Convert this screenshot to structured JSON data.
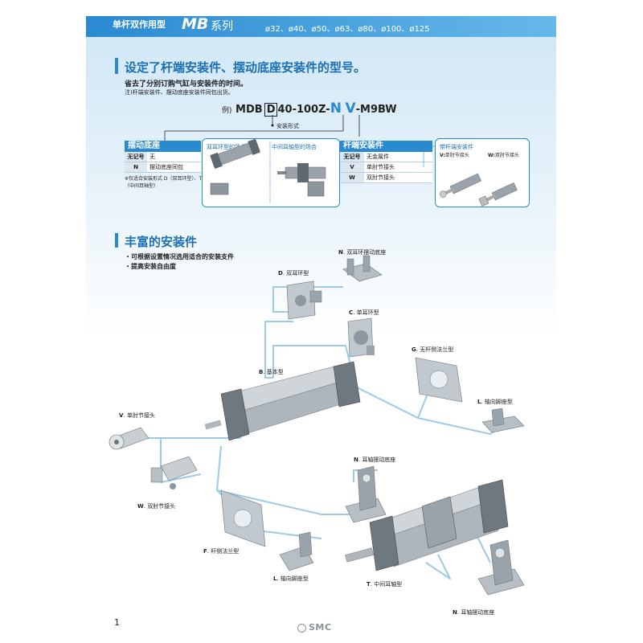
{
  "header": {
    "type_label": "单杆双作用型",
    "series_code": "MB",
    "series_word": "系列",
    "bore_sizes": "ø32、ø40、ø50、ø63、ø80、ø100、ø125"
  },
  "section1": {
    "title": "设定了杆端安装件、摆动底座安装件的型号。",
    "line1": "省去了分别订购气缸与安装件的时间。",
    "line2": "注)杆端安装件、摆动底座安装件同包出货。",
    "example_prefix": "例)",
    "example_mdb": "MDB",
    "example_d": "D",
    "example_mid": "40-100Z-",
    "example_n": "N",
    "example_v": "V",
    "example_suffix": "-M9BW",
    "mount_form": "安装形式"
  },
  "pivot_table": {
    "title": "摆动底座",
    "rows": [
      {
        "k": "无记号",
        "v": "无"
      },
      {
        "k": "N",
        "v": "摆动底座同包"
      }
    ],
    "note": "※仅适合安装形式 D（双耳环型）、T（中间耳轴型）"
  },
  "callout_left": {
    "title1": "双耳环型的场合",
    "title2": "中间耳轴型的场合"
  },
  "rod_table": {
    "title": "杆端安装件",
    "rows": [
      {
        "k": "无记号",
        "v": "无金属件"
      },
      {
        "k": "V",
        "v": "单肘节接头"
      },
      {
        "k": "W",
        "v": "双肘节接头"
      }
    ]
  },
  "callout_right": {
    "title": "带杆端安装件",
    "v_key": "V:",
    "v_label": "单肘节接头",
    "w_key": "W:",
    "w_label": "双肘节接头"
  },
  "section2": {
    "title": "丰富的安装件",
    "bullet1": "・可根据设置情况选用适合的安装支件",
    "bullet2": "・提高安装自由度"
  },
  "parts": [
    {
      "code": "N",
      "name": "双耳环摆动底座"
    },
    {
      "code": "D",
      "name": "双耳环型"
    },
    {
      "code": "C",
      "name": "单耳环型"
    },
    {
      "code": "G",
      "name": "无杆侧法兰型"
    },
    {
      "code": "B",
      "name": "基本型"
    },
    {
      "code": "L",
      "name": "轴向脚座型"
    },
    {
      "code": "V",
      "name": "单肘节接头"
    },
    {
      "code": "W",
      "name": "双肘节接头"
    },
    {
      "code": "N",
      "name": "耳轴摆动底座"
    },
    {
      "code": "F",
      "name": "杆侧法兰型"
    },
    {
      "code": "L",
      "name": "轴向脚座型"
    },
    {
      "code": "T",
      "name": "中间耳轴型"
    },
    {
      "code": "N",
      "name": "耳轴摆动底座"
    }
  ],
  "footer": {
    "page_number": "1",
    "brand": "SMC"
  },
  "colors": {
    "accent": "#2a8ad0",
    "title_blue": "#1a6fb5",
    "connector": "#9ccbe8"
  }
}
